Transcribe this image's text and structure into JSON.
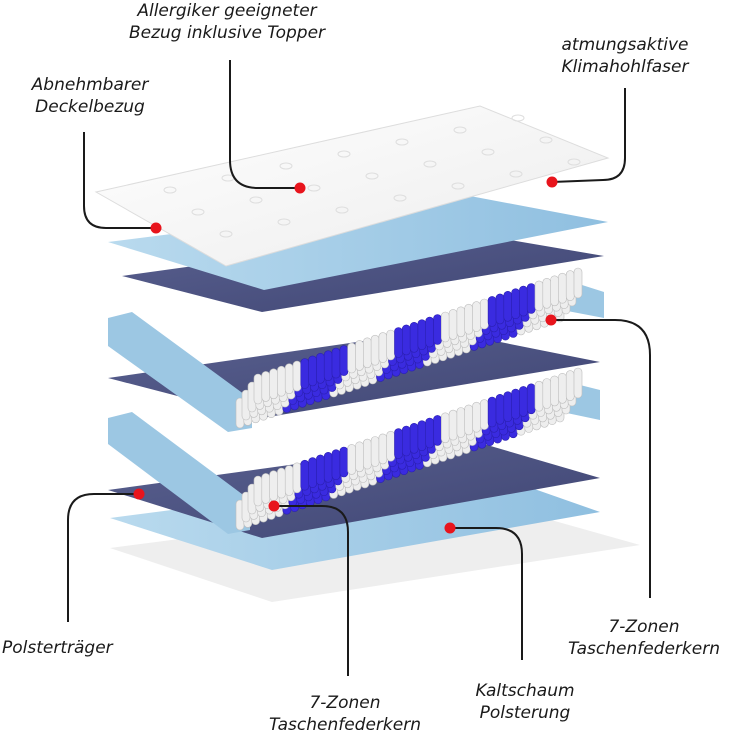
{
  "labels": {
    "topper": {
      "line1": "Allergiker geeigneter",
      "line2": "Bezug inklusive Topper"
    },
    "fiber": {
      "line1": "atmungsaktive",
      "line2": "Klimahohlfaser"
    },
    "cover": {
      "line1": "Abnehmbarer",
      "line2": "Deckelbezug"
    },
    "pad": {
      "line1": "Polsterträger"
    },
    "springs_bottom": {
      "line1": "7-Zonen",
      "line2": "Taschenfederkern"
    },
    "foam": {
      "line1": "Kaltschaum",
      "line2": "Polsterung"
    },
    "springs_top": {
      "line1": "7-Zonen",
      "line2": "Taschenfederkern"
    }
  },
  "colors": {
    "marker": "#e8141c",
    "leader": "#1a1a1a",
    "felt": "#4b5282",
    "foam_blue": "#a9cde6",
    "spring_blue": "#3a2be0",
    "spring_white": "#eeeeee",
    "topper_white": "#fafafa"
  },
  "spring_zones": [
    "white",
    "blue",
    "white",
    "blue",
    "white",
    "blue",
    "white"
  ]
}
